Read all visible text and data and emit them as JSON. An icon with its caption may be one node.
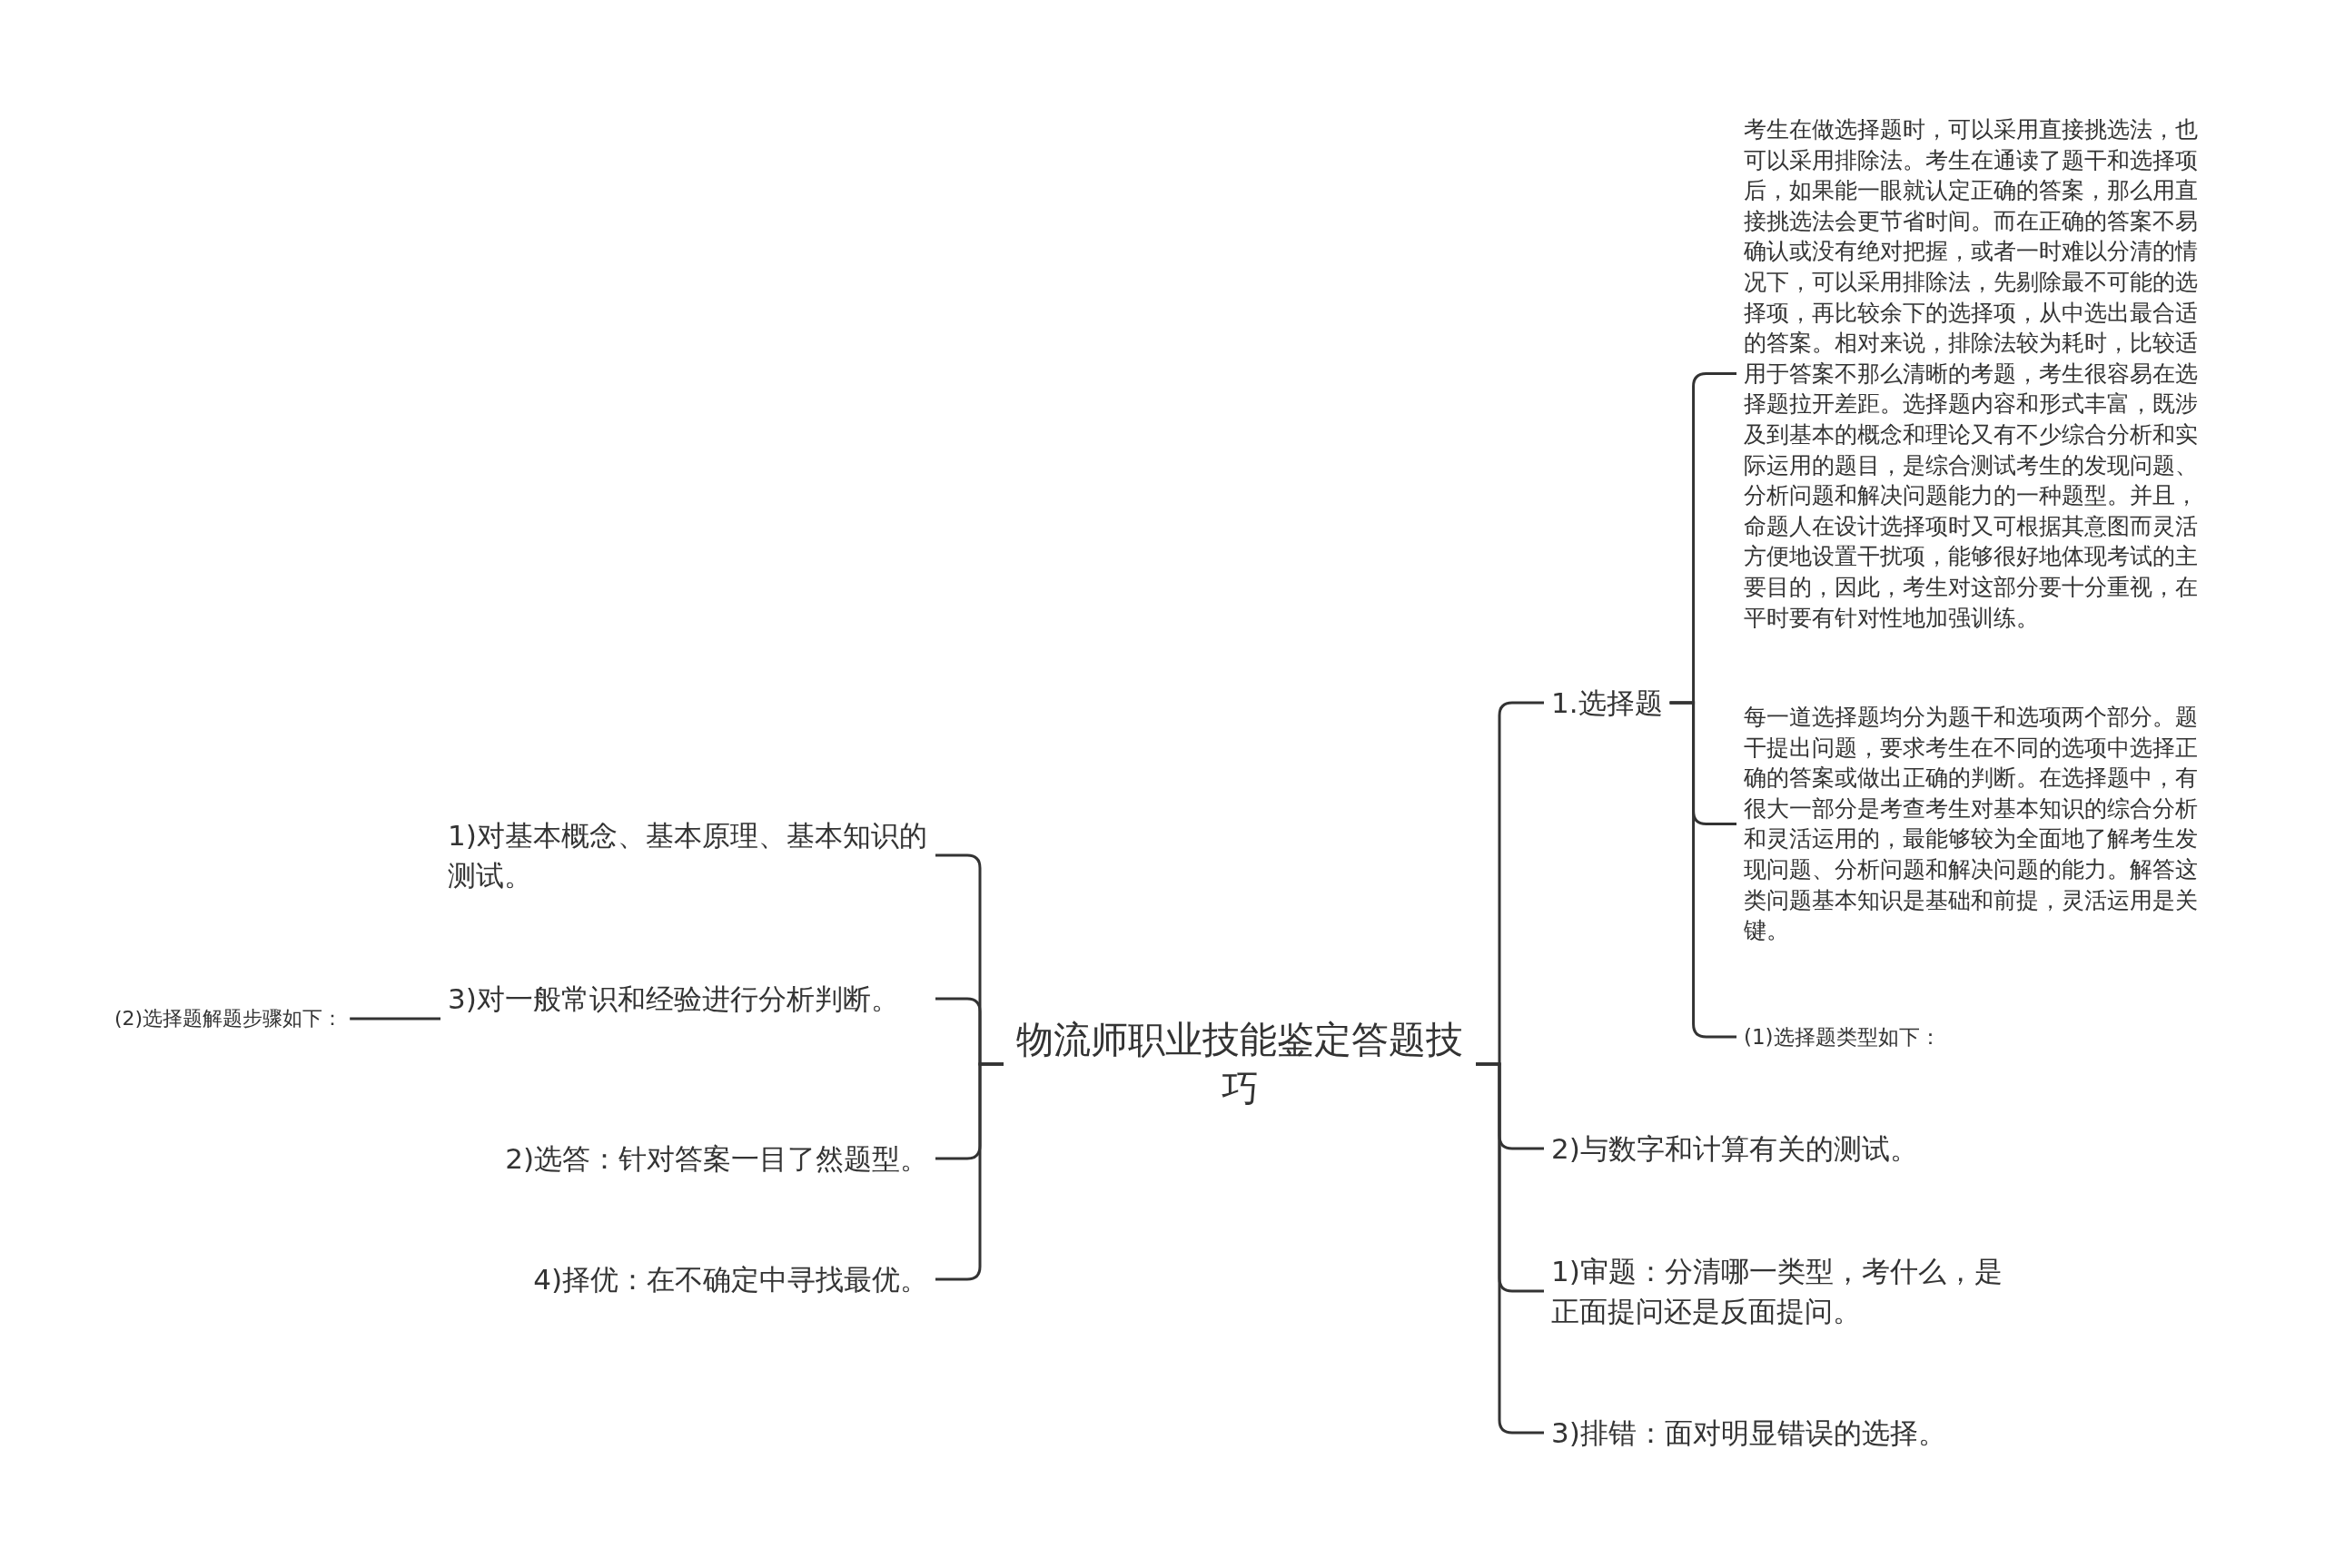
{
  "diagram": {
    "nodes": [
      {
        "text": [
          "物流师职业技能鉴定答题技巧"
        ]
      },
      {
        "text": [
          "1.选择题"
        ]
      },
      {
        "text": [
          "考生在做选择题时，可以采用直接挑选法，也可以采用排除法。考生在通读了题干和选择项后，如果能一眼就认定正确的答案，那么用直接挑选法会更节省时间。而在正确的答案不易确认或没有绝对把握，或者一时难以分清的情况下，可以采用排除法，先剔除最不可能的选择项，再比较余下的选择项，从中选出最合适的答案。相对来说，排除法较为耗时，比较适用于答案不那么清晰的考题，考生很容易在选择题拉开差距。选择题内容和形式丰富，既涉及到基本的概念和理论又有不少综合分析和实际运用的题目，是综合测试考生的发现问题、分析问题和解决问题能力的一种题型。并且，命题人在设计选择项时又可根据其意图而灵活方便地设置干扰项，能够很好地体现考试的主要目的，因此，考生对这部分要十分重视，在平时要有针对性地加强训练。"
        ]
      },
      {
        "text": [
          "每一道选择题均分为题干和选项两个部分。题干提出问题，要求考生在不同的选项中选择正确的答案或做出正确的判断。在选择题中，有很大一部分是考查考生对基本知识的综合分析和灵活运用的，最能够较为全面地了解考生发现问题、分析问题和解决问题的能力。解答这类问题基本知识是基础和前提，灵活运用是关键。"
        ]
      },
      {
        "text": [
          "(1)选择题类型如下："
        ]
      },
      {
        "text": [
          "2)与数字和计算有关的测试。"
        ]
      },
      {
        "text": [
          "1)审题：分清哪一类型，考什么，是正面提问还是反面提问。"
        ]
      },
      {
        "text": [
          "3)排错：面对明显错误的选择。"
        ]
      },
      {
        "text": [
          "1)对基本概念、基本原理、基本知识的测试。"
        ]
      },
      {
        "text": [
          "3)对一般常识和经验进行分析判断。"
        ]
      },
      {
        "text": [
          "2)选答：针对答案一目了然题型。"
        ]
      },
      {
        "text": [
          "4)择优：在不确定中寻找最优。"
        ]
      },
      {
        "text": [
          "(2)选择题解题步骤如下："
        ]
      }
    ],
    "edges": [
      {
        "from": 0,
        "to": 1,
        "arrow": "none"
      },
      {
        "from": 1,
        "to": 2,
        "arrow": "none"
      },
      {
        "from": 1,
        "to": 3,
        "arrow": "none"
      },
      {
        "from": 1,
        "to": 4,
        "arrow": "none"
      },
      {
        "from": 0,
        "to": 5,
        "arrow": "none"
      },
      {
        "from": 0,
        "to": 6,
        "arrow": "none"
      },
      {
        "from": 0,
        "to": 7,
        "arrow": "none"
      },
      {
        "from": 0,
        "to": 8,
        "arrow": "none"
      },
      {
        "from": 0,
        "to": 9,
        "arrow": "none"
      },
      {
        "from": 0,
        "to": 10,
        "arrow": "none"
      },
      {
        "from": 0,
        "to": 11,
        "arrow": "none"
      },
      {
        "from": 12,
        "to": 9,
        "arrow": "none"
      }
    ]
  }
}
